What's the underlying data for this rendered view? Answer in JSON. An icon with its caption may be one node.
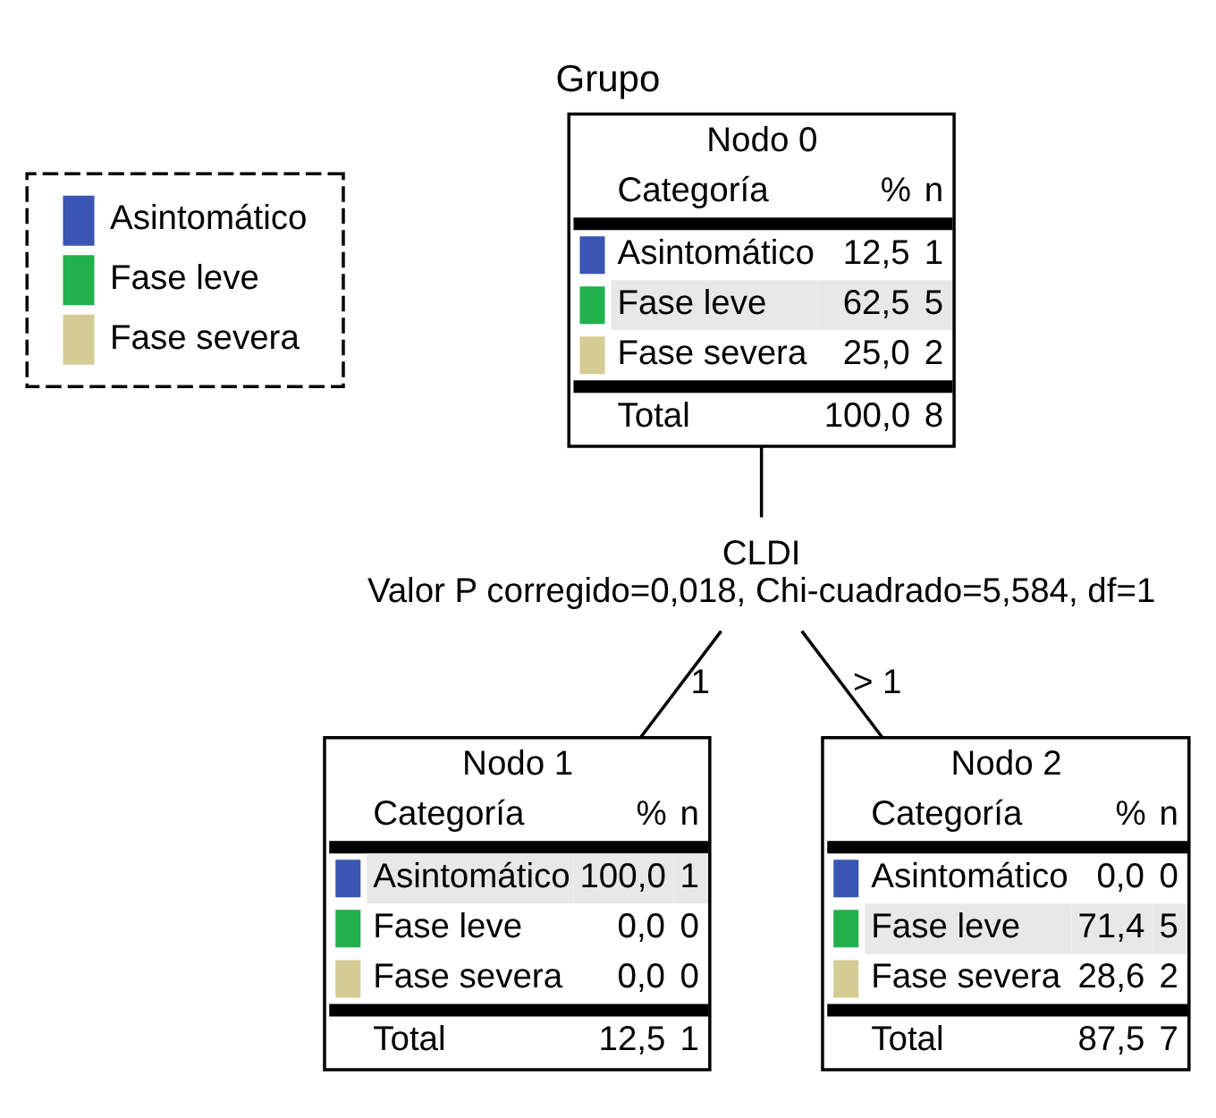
{
  "diagram": {
    "title": "Grupo",
    "nodes": [
      {
        "text": [
          "Nodo 0",
          "Categoría",
          "%",
          "n",
          "Asintomático",
          "12,5",
          "1",
          "Fase leve",
          "62,5",
          "5",
          "Fase severa",
          "25,0",
          "2",
          "Total",
          "100,0",
          "8"
        ]
      },
      {
        "text": [
          "CLDI",
          "Valor P corregido=0,018, Chi-cuadrado=5,584, df=1"
        ]
      },
      {
        "text": [
          "Nodo 1",
          "Categoría",
          "%",
          "n",
          "Asintomático",
          "100,0",
          "1",
          "Fase leve",
          "0,0",
          "0",
          "Fase severa",
          "0,0",
          "0",
          "Total",
          "12,5",
          "1"
        ]
      },
      {
        "text": [
          "Nodo 2",
          "Categoría",
          "%",
          "n",
          "Asintomático",
          "0,0",
          "0",
          "Fase leve",
          "71,4",
          "5",
          "Fase severa",
          "28,6",
          "2",
          "Total",
          "87,5",
          "7"
        ]
      }
    ],
    "edges": [
      {
        "from": 0,
        "to": 1,
        "arrow": "none"
      },
      {
        "from": 1,
        "to": 2,
        "arrow": "none",
        "label": "1"
      },
      {
        "from": 1,
        "to": 3,
        "arrow": "none",
        "label": "> 1"
      }
    ],
    "legend": [
      {
        "text": "Asintomático",
        "color": "#3a55b4"
      },
      {
        "text": "Fase leve",
        "color": "#22b14c"
      },
      {
        "text": "Fase severa",
        "color": "#d4cc94"
      }
    ]
  }
}
